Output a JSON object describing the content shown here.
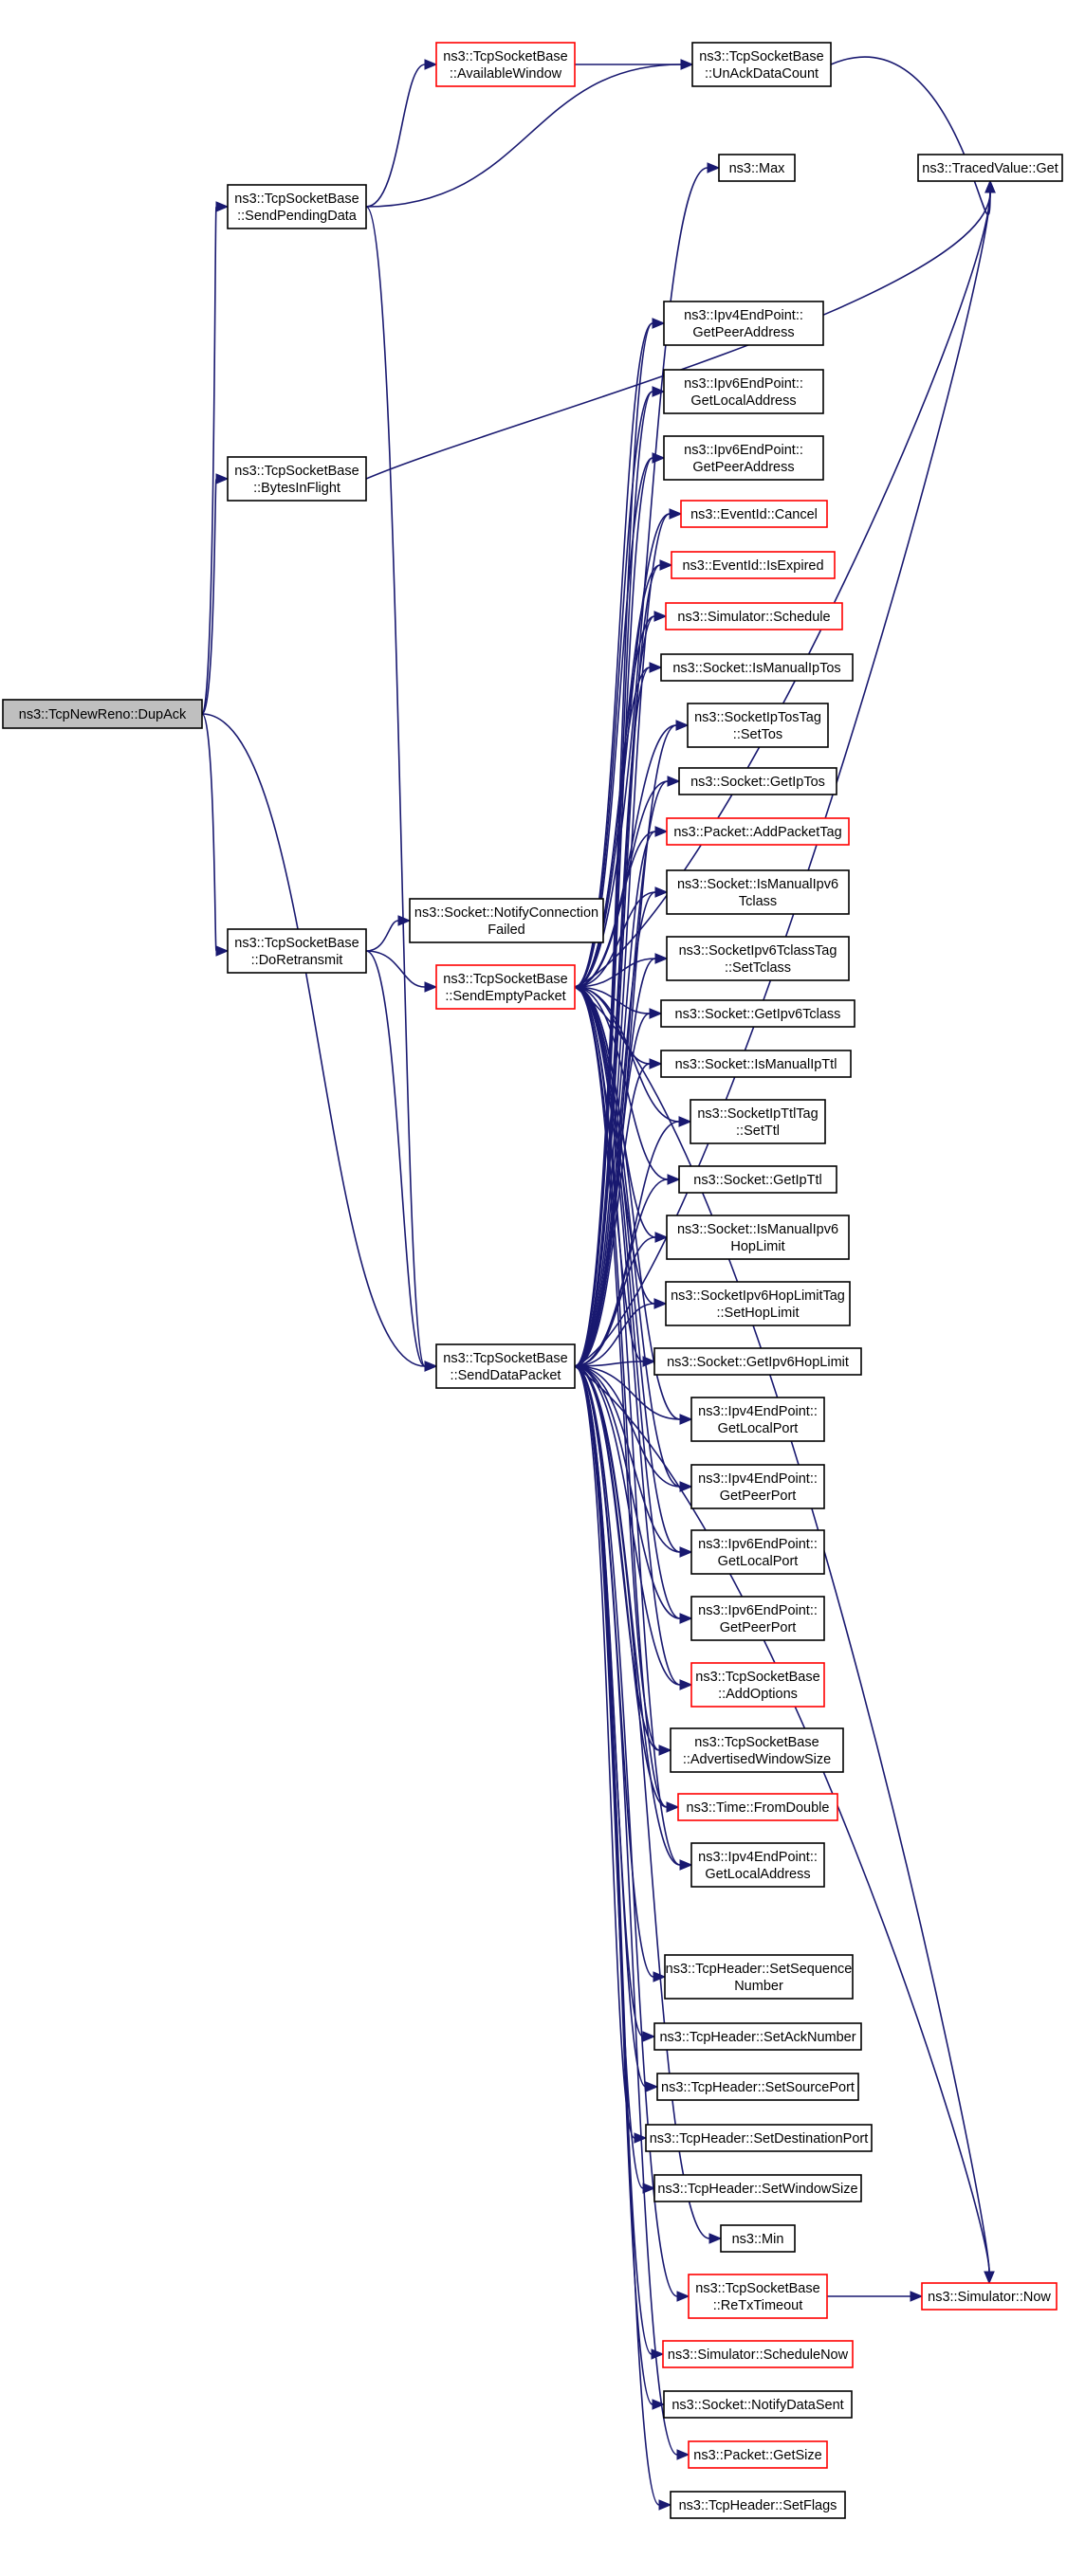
{
  "colors": {
    "edge": "#191970",
    "node_border": "#000000",
    "truncated_border": "#ff0000",
    "root_fill": "#bfbfbf"
  },
  "nodes": [
    {
      "id": "dupack",
      "lines": [
        "ns3::TcpNewReno::DupAck"
      ],
      "root": true
    },
    {
      "id": "sendpending",
      "lines": [
        "ns3::TcpSocketBase",
        "::SendPendingData"
      ]
    },
    {
      "id": "bytesinflight",
      "lines": [
        "ns3::TcpSocketBase",
        "::BytesInFlight"
      ]
    },
    {
      "id": "doretransmit",
      "lines": [
        "ns3::TcpSocketBase",
        "::DoRetransmit"
      ]
    },
    {
      "id": "senddatapacket",
      "lines": [
        "ns3::TcpSocketBase",
        "::SendDataPacket"
      ]
    },
    {
      "id": "availwin",
      "lines": [
        "ns3::TcpSocketBase",
        "::AvailableWindow"
      ],
      "truncated": true
    },
    {
      "id": "unack",
      "lines": [
        "ns3::TcpSocketBase",
        "::UnAckDataCount"
      ]
    },
    {
      "id": "tracedget",
      "lines": [
        "ns3::TracedValue::Get"
      ]
    },
    {
      "id": "notifyconn",
      "lines": [
        "ns3::Socket::NotifyConnection",
        "Failed"
      ]
    },
    {
      "id": "sendempty",
      "lines": [
        "ns3::TcpSocketBase",
        "::SendEmptyPacket"
      ],
      "truncated": true
    },
    {
      "id": "max",
      "lines": [
        "ns3::Max"
      ]
    },
    {
      "id": "ipv4peer",
      "lines": [
        "ns3::Ipv4EndPoint::",
        "GetPeerAddress"
      ]
    },
    {
      "id": "ipv6local",
      "lines": [
        "ns3::Ipv6EndPoint::",
        "GetLocalAddress"
      ]
    },
    {
      "id": "ipv6peer",
      "lines": [
        "ns3::Ipv6EndPoint::",
        "GetPeerAddress"
      ]
    },
    {
      "id": "cancel",
      "lines": [
        "ns3::EventId::Cancel"
      ],
      "truncated": true
    },
    {
      "id": "isexpired",
      "lines": [
        "ns3::EventId::IsExpired"
      ],
      "truncated": true
    },
    {
      "id": "schedule",
      "lines": [
        "ns3::Simulator::Schedule"
      ],
      "truncated": true
    },
    {
      "id": "ismanualiptos",
      "lines": [
        "ns3::Socket::IsManualIpTos"
      ]
    },
    {
      "id": "iptostag",
      "lines": [
        "ns3::SocketIpTosTag",
        "::SetTos"
      ]
    },
    {
      "id": "getiptos",
      "lines": [
        "ns3::Socket::GetIpTos"
      ]
    },
    {
      "id": "addpackettag",
      "lines": [
        "ns3::Packet::AddPacketTag"
      ],
      "truncated": true
    },
    {
      "id": "ismanualipv6tclass",
      "lines": [
        "ns3::Socket::IsManualIpv6",
        "Tclass"
      ]
    },
    {
      "id": "ipv6tclasstag",
      "lines": [
        "ns3::SocketIpv6TclassTag",
        "::SetTclass"
      ]
    },
    {
      "id": "getipv6tclass",
      "lines": [
        "ns3::Socket::GetIpv6Tclass"
      ]
    },
    {
      "id": "ismanualipttl",
      "lines": [
        "ns3::Socket::IsManualIpTtl"
      ]
    },
    {
      "id": "ipttltag",
      "lines": [
        "ns3::SocketIpTtlTag",
        "::SetTtl"
      ]
    },
    {
      "id": "getipttl",
      "lines": [
        "ns3::Socket::GetIpTtl"
      ]
    },
    {
      "id": "ismanualipv6hop",
      "lines": [
        "ns3::Socket::IsManualIpv6",
        "HopLimit"
      ]
    },
    {
      "id": "ipv6hoptag",
      "lines": [
        "ns3::SocketIpv6HopLimitTag",
        "::SetHopLimit"
      ]
    },
    {
      "id": "getipv6hop",
      "lines": [
        "ns3::Socket::GetIpv6HopLimit"
      ]
    },
    {
      "id": "ipv4localport",
      "lines": [
        "ns3::Ipv4EndPoint::",
        "GetLocalPort"
      ]
    },
    {
      "id": "ipv4peerport",
      "lines": [
        "ns3::Ipv4EndPoint::",
        "GetPeerPort"
      ]
    },
    {
      "id": "ipv6localport",
      "lines": [
        "ns3::Ipv6EndPoint::",
        "GetLocalPort"
      ]
    },
    {
      "id": "ipv6peerport",
      "lines": [
        "ns3::Ipv6EndPoint::",
        "GetPeerPort"
      ]
    },
    {
      "id": "addoptions",
      "lines": [
        "ns3::TcpSocketBase",
        "::AddOptions"
      ],
      "truncated": true
    },
    {
      "id": "advwin",
      "lines": [
        "ns3::TcpSocketBase",
        "::AdvertisedWindowSize"
      ]
    },
    {
      "id": "fromdouble",
      "lines": [
        "ns3::Time::FromDouble"
      ],
      "truncated": true
    },
    {
      "id": "ipv4localaddr",
      "lines": [
        "ns3::Ipv4EndPoint::",
        "GetLocalAddress"
      ]
    },
    {
      "id": "setseq",
      "lines": [
        "ns3::TcpHeader::SetSequence",
        "Number"
      ]
    },
    {
      "id": "setack",
      "lines": [
        "ns3::TcpHeader::SetAckNumber"
      ]
    },
    {
      "id": "setsrcport",
      "lines": [
        "ns3::TcpHeader::SetSourcePort"
      ]
    },
    {
      "id": "setdstport",
      "lines": [
        "ns3::TcpHeader::SetDestinationPort"
      ]
    },
    {
      "id": "setwinsize",
      "lines": [
        "ns3::TcpHeader::SetWindowSize"
      ]
    },
    {
      "id": "min",
      "lines": [
        "ns3::Min"
      ]
    },
    {
      "id": "retxtimeout",
      "lines": [
        "ns3::TcpSocketBase",
        "::ReTxTimeout"
      ],
      "truncated": true
    },
    {
      "id": "simnow",
      "lines": [
        "ns3::Simulator::Now"
      ],
      "truncated": true
    },
    {
      "id": "schedulenow",
      "lines": [
        "ns3::Simulator::ScheduleNow"
      ],
      "truncated": true
    },
    {
      "id": "notifydatasent",
      "lines": [
        "ns3::Socket::NotifyDataSent"
      ]
    },
    {
      "id": "getsize",
      "lines": [
        "ns3::Packet::GetSize"
      ],
      "truncated": true
    },
    {
      "id": "setflags",
      "lines": [
        "ns3::TcpHeader::SetFlags"
      ]
    }
  ],
  "edges": [
    [
      "dupack",
      "sendpending"
    ],
    [
      "dupack",
      "bytesinflight"
    ],
    [
      "dupack",
      "doretransmit"
    ],
    [
      "dupack",
      "senddatapacket"
    ],
    [
      "sendpending",
      "availwin"
    ],
    [
      "sendpending",
      "unack"
    ],
    [
      "sendpending",
      "senddatapacket"
    ],
    [
      "availwin",
      "unack"
    ],
    [
      "unack",
      "tracedget"
    ],
    [
      "bytesinflight",
      "tracedget"
    ],
    [
      "doretransmit",
      "notifyconn"
    ],
    [
      "doretransmit",
      "sendempty"
    ],
    [
      "doretransmit",
      "senddatapacket"
    ],
    [
      "sendempty",
      "max"
    ],
    [
      "sendempty",
      "tracedget"
    ],
    [
      "sendempty",
      "ipv4peer"
    ],
    [
      "sendempty",
      "ipv6local"
    ],
    [
      "sendempty",
      "ipv6peer"
    ],
    [
      "sendempty",
      "cancel"
    ],
    [
      "sendempty",
      "isexpired"
    ],
    [
      "sendempty",
      "schedule"
    ],
    [
      "sendempty",
      "ismanualiptos"
    ],
    [
      "sendempty",
      "iptostag"
    ],
    [
      "sendempty",
      "getiptos"
    ],
    [
      "sendempty",
      "addpackettag"
    ],
    [
      "sendempty",
      "ismanualipv6tclass"
    ],
    [
      "sendempty",
      "ipv6tclasstag"
    ],
    [
      "sendempty",
      "getipv6tclass"
    ],
    [
      "sendempty",
      "ismanualipttl"
    ],
    [
      "sendempty",
      "ipttltag"
    ],
    [
      "sendempty",
      "getipttl"
    ],
    [
      "sendempty",
      "ismanualipv6hop"
    ],
    [
      "sendempty",
      "ipv6hoptag"
    ],
    [
      "sendempty",
      "getipv6hop"
    ],
    [
      "sendempty",
      "ipv4localport"
    ],
    [
      "sendempty",
      "ipv4peerport"
    ],
    [
      "sendempty",
      "ipv6localport"
    ],
    [
      "sendempty",
      "ipv6peerport"
    ],
    [
      "sendempty",
      "addoptions"
    ],
    [
      "sendempty",
      "advwin"
    ],
    [
      "sendempty",
      "fromdouble"
    ],
    [
      "sendempty",
      "ipv4localaddr"
    ],
    [
      "sendempty",
      "simnow"
    ],
    [
      "senddatapacket",
      "tracedget"
    ],
    [
      "senddatapacket",
      "ipv4peer"
    ],
    [
      "senddatapacket",
      "ipv6local"
    ],
    [
      "senddatapacket",
      "ipv6peer"
    ],
    [
      "senddatapacket",
      "cancel"
    ],
    [
      "senddatapacket",
      "isexpired"
    ],
    [
      "senddatapacket",
      "schedule"
    ],
    [
      "senddatapacket",
      "ismanualiptos"
    ],
    [
      "senddatapacket",
      "iptostag"
    ],
    [
      "senddatapacket",
      "getiptos"
    ],
    [
      "senddatapacket",
      "addpackettag"
    ],
    [
      "senddatapacket",
      "ismanualipv6tclass"
    ],
    [
      "senddatapacket",
      "ipv6tclasstag"
    ],
    [
      "senddatapacket",
      "getipv6tclass"
    ],
    [
      "senddatapacket",
      "ismanualipttl"
    ],
    [
      "senddatapacket",
      "ipttltag"
    ],
    [
      "senddatapacket",
      "getipttl"
    ],
    [
      "senddatapacket",
      "ismanualipv6hop"
    ],
    [
      "senddatapacket",
      "ipv6hoptag"
    ],
    [
      "senddatapacket",
      "getipv6hop"
    ],
    [
      "senddatapacket",
      "ipv4localport"
    ],
    [
      "senddatapacket",
      "ipv4peerport"
    ],
    [
      "senddatapacket",
      "ipv6localport"
    ],
    [
      "senddatapacket",
      "ipv6peerport"
    ],
    [
      "senddatapacket",
      "addoptions"
    ],
    [
      "senddatapacket",
      "advwin"
    ],
    [
      "senddatapacket",
      "fromdouble"
    ],
    [
      "senddatapacket",
      "ipv4localaddr"
    ],
    [
      "senddatapacket",
      "setseq"
    ],
    [
      "senddatapacket",
      "setack"
    ],
    [
      "senddatapacket",
      "setsrcport"
    ],
    [
      "senddatapacket",
      "setdstport"
    ],
    [
      "senddatapacket",
      "setwinsize"
    ],
    [
      "senddatapacket",
      "min"
    ],
    [
      "senddatapacket",
      "retxtimeout"
    ],
    [
      "senddatapacket",
      "schedulenow"
    ],
    [
      "senddatapacket",
      "notifydatasent"
    ],
    [
      "senddatapacket",
      "getsize"
    ],
    [
      "senddatapacket",
      "setflags"
    ],
    [
      "senddatapacket",
      "simnow"
    ],
    [
      "retxtimeout",
      "simnow"
    ]
  ]
}
